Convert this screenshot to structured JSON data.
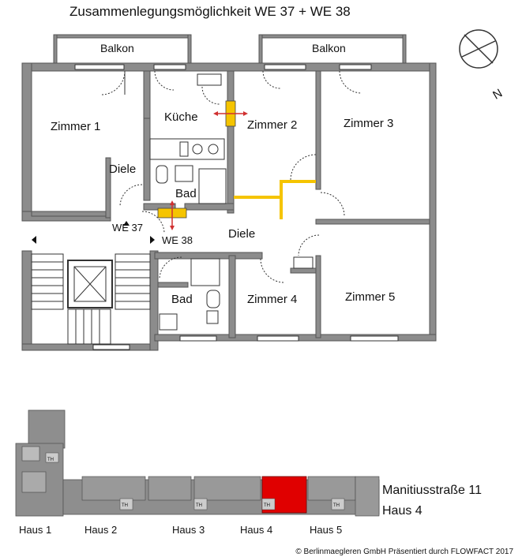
{
  "title": "Zusammenlegungsmöglichkeit WE 37 + WE 38",
  "compass_letter": "N",
  "rooms": {
    "balkon_left": "Balkon",
    "balkon_right": "Balkon",
    "zimmer1": "Zimmer 1",
    "kueche": "Küche",
    "zimmer2": "Zimmer 2",
    "zimmer3": "Zimmer 3",
    "diele_left": "Diele",
    "bad_top": "Bad",
    "we37": "WE 37",
    "we38": "WE 38",
    "diele_center": "Diele",
    "bad_bottom": "Bad",
    "zimmer4": "Zimmer 4",
    "zimmer5": "Zimmer 5"
  },
  "site": {
    "address_line1": "Manitiusstraße 11",
    "address_line2": "Haus 4",
    "th_label": "TH",
    "houses": [
      "Haus 1",
      "Haus 2",
      "Haus 3",
      "Haus 4",
      "Haus 5"
    ],
    "highlight_color": "#e00000"
  },
  "copyright": "© Berlinmaegleren GmbH Präsentiert durch FLOWFACT 2017",
  "colors": {
    "wall": "#8c8c8c",
    "yellow": "#f5c400",
    "arrow": "#d03030"
  }
}
